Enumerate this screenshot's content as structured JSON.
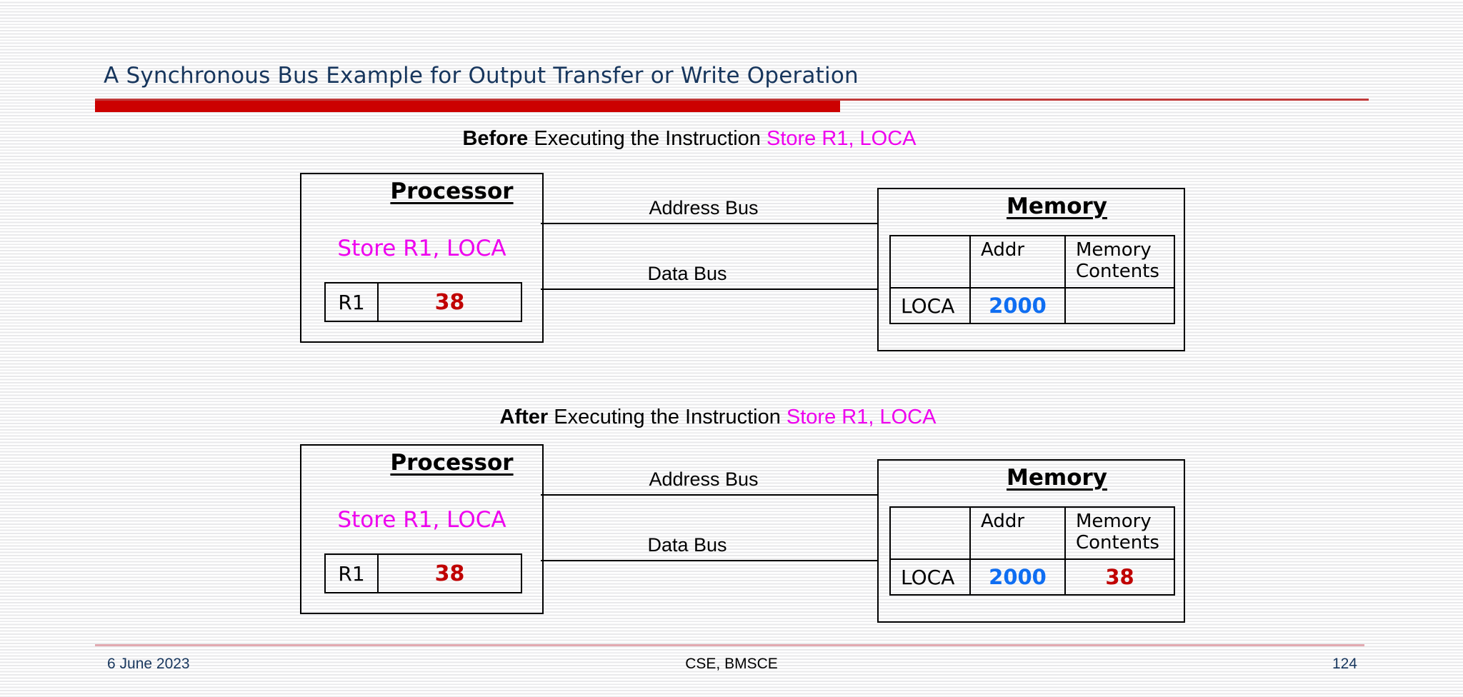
{
  "title": "A Synchronous Bus Example for Output Transfer or Write Operation",
  "colors": {
    "title_blue": "#17365d",
    "accent_bar_red": "#cc0000",
    "accent_line_red": "#c03a3a",
    "footer_line_pink": "#e2a9b0",
    "instruction_magenta": "#ee00ee",
    "value_red": "#c00000",
    "value_blue": "#0f6ef2"
  },
  "before": {
    "heading": {
      "bold": "Before",
      "rest": " Executing the Instruction ",
      "instruction": "Store R1, LOCA"
    },
    "processor": {
      "title": "Processor",
      "instruction": "Store R1, LOCA",
      "register_label": "R1",
      "register_value": "38"
    },
    "buses": {
      "address": "Address Bus",
      "data": "Data Bus"
    },
    "memory": {
      "title": "Memory",
      "header_addr": "Addr",
      "header_contents": "Memory Contents",
      "row_label": "LOCA",
      "addr_value": "2000",
      "contents_value": ""
    }
  },
  "after": {
    "heading": {
      "bold": "After",
      "rest": " Executing the Instruction ",
      "instruction": "Store R1, LOCA"
    },
    "processor": {
      "title": "Processor",
      "instruction": "Store R1, LOCA",
      "register_label": "R1",
      "register_value": "38"
    },
    "buses": {
      "address": "Address Bus",
      "data": "Data Bus"
    },
    "memory": {
      "title": "Memory",
      "header_addr": "Addr",
      "header_contents": "Memory Contents",
      "row_label": "LOCA",
      "addr_value": "2000",
      "contents_value": "38"
    }
  },
  "footer": {
    "date": "6 June 2023",
    "center": "CSE, BMSCE",
    "page": "124"
  }
}
